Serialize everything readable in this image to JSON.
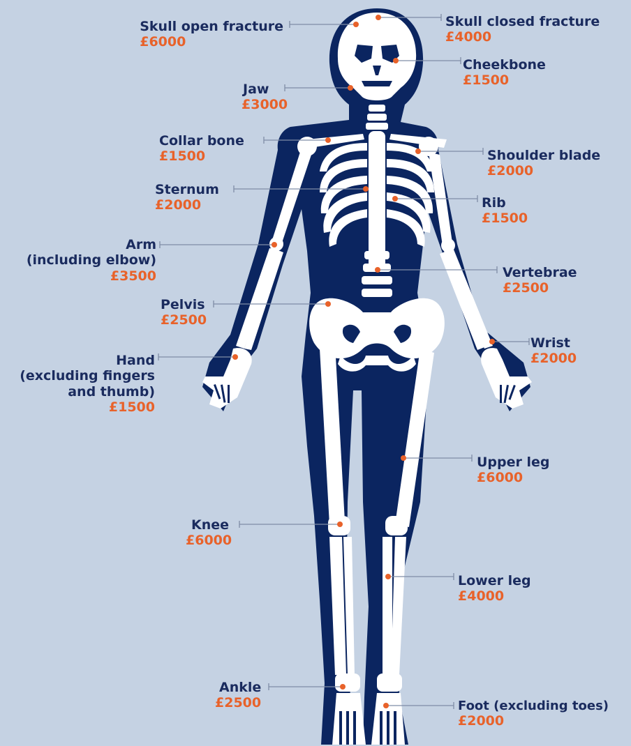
{
  "colors": {
    "background": "#c5d2e3",
    "body": "#0b2560",
    "bone": "#ffffff",
    "label": "#1a2b5e",
    "price": "#e8622a",
    "leader": "#7f8da6"
  },
  "labels": {
    "skull_open": {
      "name": "Skull open fracture",
      "price": "£6000"
    },
    "skull_closed": {
      "name": "Skull closed fracture",
      "price": "£4000"
    },
    "cheekbone": {
      "name": "Cheekbone",
      "price": "£1500"
    },
    "jaw": {
      "name": "Jaw",
      "price": "£3000"
    },
    "collar_bone": {
      "name": "Collar bone",
      "price": "£1500"
    },
    "shoulder_blade": {
      "name": "Shoulder blade",
      "price": "£2000"
    },
    "sternum": {
      "name": "Sternum",
      "price": "£2000"
    },
    "rib": {
      "name": "Rib",
      "price": "£1500"
    },
    "arm": {
      "name_line1": "Arm",
      "name_line2": "(including elbow)",
      "price": "£3500"
    },
    "vertebrae": {
      "name": "Vertebrae",
      "price": "£2500"
    },
    "pelvis": {
      "name": "Pelvis",
      "price": "£2500"
    },
    "wrist": {
      "name": "Wrist",
      "price": "£2000"
    },
    "hand": {
      "name_line1": "Hand",
      "name_line2": "(excluding fingers",
      "name_line3": "and thumb)",
      "price": "£1500"
    },
    "upper_leg": {
      "name": "Upper leg",
      "price": "£6000"
    },
    "knee": {
      "name": "Knee",
      "price": "£6000"
    },
    "lower_leg": {
      "name": "Lower leg",
      "price": "£4000"
    },
    "ankle": {
      "name": "Ankle",
      "price": "£2500"
    },
    "foot": {
      "name": "Foot (excluding toes)",
      "price": "£2000"
    }
  }
}
